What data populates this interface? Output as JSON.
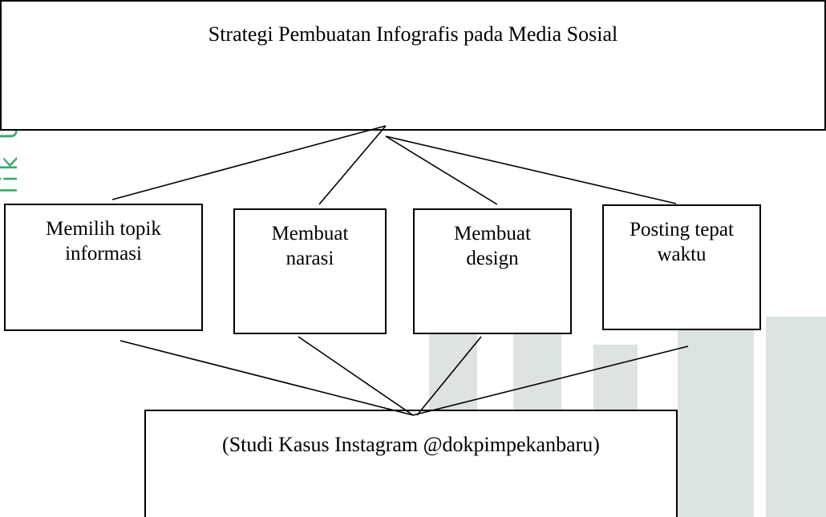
{
  "watermark": {
    "text": "lik U a Riau",
    "color": "#1a9a55"
  },
  "diagram": {
    "title": "Strategi Pembuatan Infografis pada Media Sosial",
    "strategies": [
      {
        "line1": "Memilih topik",
        "line2": "informasi"
      },
      {
        "line1": "Membuat",
        "line2": "narasi"
      },
      {
        "line1": "Membuat",
        "line2": "design"
      },
      {
        "line1": "Posting tepat",
        "line2": "waktu"
      }
    ],
    "case_study": "(Studi Kasus Instagram @dokpimpekanbaru)",
    "line_color": "#000000",
    "logo_color": "#dde3e0"
  }
}
